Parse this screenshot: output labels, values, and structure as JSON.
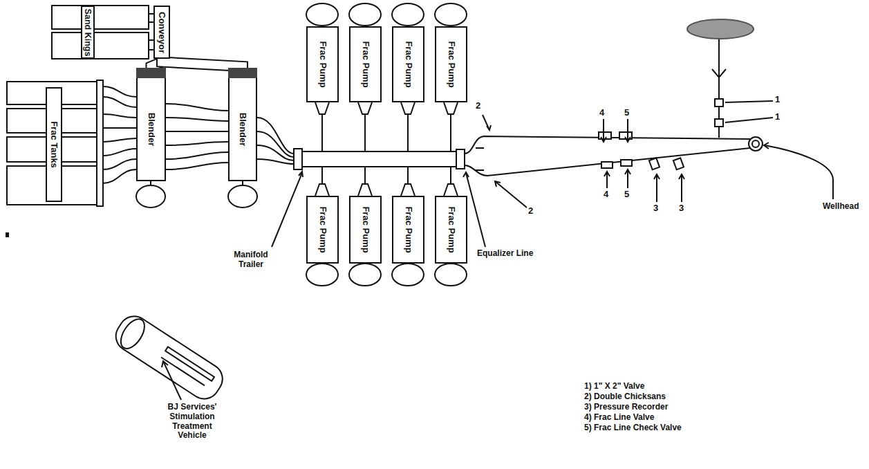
{
  "diagram": {
    "nodes": [
      {
        "text": [
          "Sand Kings"
        ]
      },
      {
        "text": [
          "Conveyor"
        ]
      },
      {
        "text": [
          "Frac Tanks"
        ]
      },
      {
        "text": [
          "Blender"
        ]
      },
      {
        "text": [
          "Blender"
        ]
      },
      {
        "text": [
          "Frac Pump"
        ]
      },
      {
        "text": [
          "Frac Pump"
        ]
      },
      {
        "text": [
          "Frac Pump"
        ]
      },
      {
        "text": [
          "Frac Pump"
        ]
      },
      {
        "text": [
          "Frac Pump"
        ]
      },
      {
        "text": [
          "Frac Pump"
        ]
      },
      {
        "text": [
          "Frac Pump"
        ]
      },
      {
        "text": [
          "Frac Pump"
        ]
      }
    ],
    "edges": [
      {
        "from": 1,
        "to": 3,
        "arrow": "none"
      },
      {
        "from": 1,
        "to": 4,
        "arrow": "none"
      }
    ],
    "labels": [
      "Manifold Trailer",
      "Equalizer Line",
      "Wellhead",
      "2",
      "2",
      "4",
      "5",
      "4",
      "5",
      "3",
      "3",
      "1",
      "1",
      "1) 1\" X 2\" Valve",
      "2) Double Chicksans",
      "3) Pressure Recorder",
      "4) Frac Line Valve",
      "5) Frac Line Check Valve",
      "BJ Services' Stimulation Treatment Vehicle"
    ]
  }
}
